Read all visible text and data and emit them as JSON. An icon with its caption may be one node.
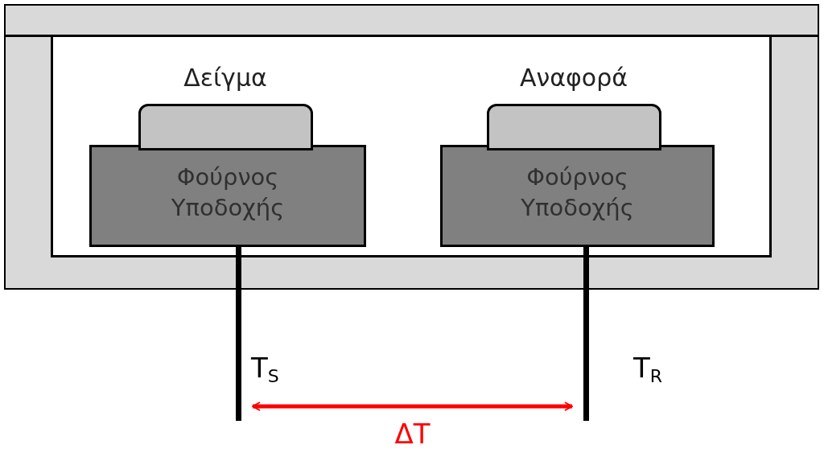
{
  "diagram": {
    "nodes": [
      {
        "text": [],
        "shape": "box"
      },
      {
        "text": [
          "Δείγμα"
        ],
        "in": 0
      },
      {
        "text": [
          "Φούρνος Υποδοχής"
        ],
        "in": 0
      },
      {
        "text": [
          "Αναφορά"
        ],
        "in": 0
      },
      {
        "text": [
          "Φούρνος Υποδοχής"
        ],
        "in": 0
      },
      {
        "text": [],
        "shape": "bar",
        "beside": [
          "T$_{S}$"
        ]
      },
      {
        "text": [],
        "shape": "bar",
        "beside": [
          "T$_{R}$"
        ]
      }
    ],
    "edges": [
      {
        "from": 5,
        "to": 6,
        "arrow": "both",
        "label": "ΔT",
        "color": "#ff0000"
      }
    ]
  }
}
